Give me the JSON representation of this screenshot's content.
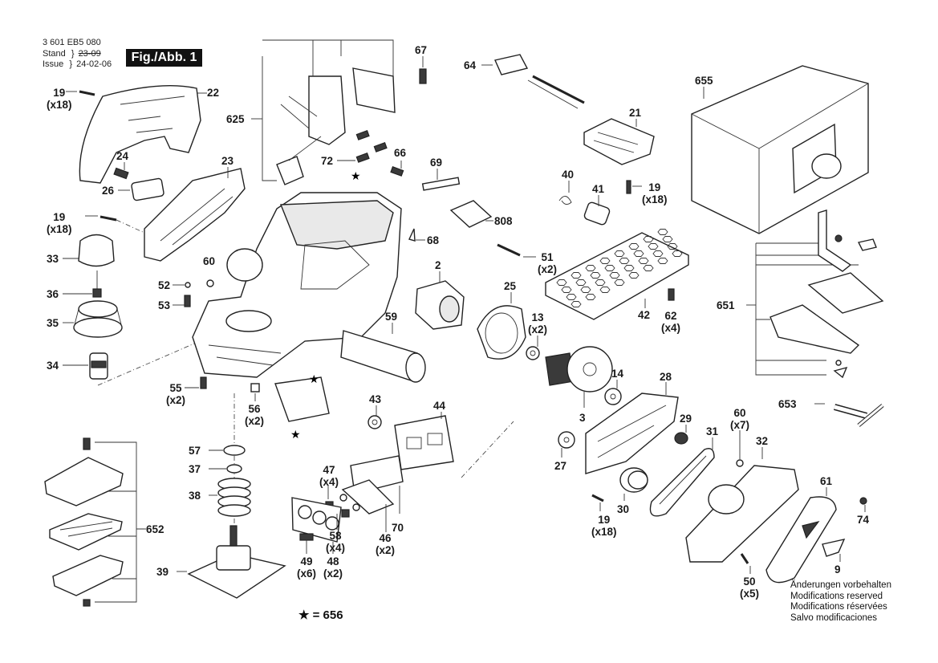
{
  "header": {
    "part_number": "3 601 EB5 080",
    "stand_label": "Stand",
    "issue_label": "Issue",
    "stand_date_struck": "23-09",
    "issue_date": "24-02-06",
    "figure_label": "Fig./Abb. 1"
  },
  "labels": [
    {
      "id": "19a",
      "text": "19",
      "qty": "(x18)"
    },
    {
      "id": "22",
      "text": "22",
      "qty": ""
    },
    {
      "id": "24",
      "text": "24",
      "qty": ""
    },
    {
      "id": "26",
      "text": "26",
      "qty": ""
    },
    {
      "id": "23",
      "text": "23",
      "qty": ""
    },
    {
      "id": "19b",
      "text": "19",
      "qty": "(x18)"
    },
    {
      "id": "33",
      "text": "33",
      "qty": ""
    },
    {
      "id": "36",
      "text": "36",
      "qty": ""
    },
    {
      "id": "35",
      "text": "35",
      "qty": ""
    },
    {
      "id": "34",
      "text": "34",
      "qty": ""
    },
    {
      "id": "60a",
      "text": "60",
      "qty": ""
    },
    {
      "id": "52",
      "text": "52",
      "qty": ""
    },
    {
      "id": "53",
      "text": "53",
      "qty": ""
    },
    {
      "id": "55",
      "text": "55",
      "qty": "(x2)"
    },
    {
      "id": "56",
      "text": "56",
      "qty": "(x2)"
    },
    {
      "id": "625",
      "text": "625",
      "qty": ""
    },
    {
      "id": "67",
      "text": "67",
      "qty": ""
    },
    {
      "id": "72",
      "text": "72",
      "qty": ""
    },
    {
      "id": "66",
      "text": "66",
      "qty": ""
    },
    {
      "id": "69",
      "text": "69",
      "qty": ""
    },
    {
      "id": "808",
      "text": "808",
      "qty": ""
    },
    {
      "id": "68",
      "text": "68",
      "qty": ""
    },
    {
      "id": "64",
      "text": "64",
      "qty": ""
    },
    {
      "id": "21",
      "text": "21",
      "qty": ""
    },
    {
      "id": "19c",
      "text": "19",
      "qty": "(x18)"
    },
    {
      "id": "40",
      "text": "40",
      "qty": ""
    },
    {
      "id": "41",
      "text": "41",
      "qty": ""
    },
    {
      "id": "51",
      "text": "51",
      "qty": "(x2)"
    },
    {
      "id": "42",
      "text": "42",
      "qty": ""
    },
    {
      "id": "62",
      "text": "62",
      "qty": "(x4)"
    },
    {
      "id": "2",
      "text": "2",
      "qty": ""
    },
    {
      "id": "25",
      "text": "25",
      "qty": ""
    },
    {
      "id": "13",
      "text": "13",
      "qty": "(x2)"
    },
    {
      "id": "59",
      "text": "59",
      "qty": ""
    },
    {
      "id": "43",
      "text": "43",
      "qty": ""
    },
    {
      "id": "44",
      "text": "44",
      "qty": ""
    },
    {
      "id": "3",
      "text": "3",
      "qty": ""
    },
    {
      "id": "14",
      "text": "14",
      "qty": ""
    },
    {
      "id": "28",
      "text": "28",
      "qty": ""
    },
    {
      "id": "29",
      "text": "29",
      "qty": ""
    },
    {
      "id": "27",
      "text": "27",
      "qty": ""
    },
    {
      "id": "30",
      "text": "30",
      "qty": ""
    },
    {
      "id": "19d",
      "text": "19",
      "qty": "(x18)"
    },
    {
      "id": "31",
      "text": "31",
      "qty": ""
    },
    {
      "id": "60b",
      "text": "60",
      "qty": "(x7)"
    },
    {
      "id": "32",
      "text": "32",
      "qty": ""
    },
    {
      "id": "61",
      "text": "61",
      "qty": ""
    },
    {
      "id": "74",
      "text": "74",
      "qty": ""
    },
    {
      "id": "9",
      "text": "9",
      "qty": ""
    },
    {
      "id": "50",
      "text": "50",
      "qty": "(x5)"
    },
    {
      "id": "655",
      "text": "655",
      "qty": ""
    },
    {
      "id": "651",
      "text": "651",
      "qty": ""
    },
    {
      "id": "653",
      "text": "653",
      "qty": ""
    },
    {
      "id": "57",
      "text": "57",
      "qty": ""
    },
    {
      "id": "37",
      "text": "37",
      "qty": ""
    },
    {
      "id": "38",
      "text": "38",
      "qty": ""
    },
    {
      "id": "39",
      "text": "39",
      "qty": ""
    },
    {
      "id": "652",
      "text": "652",
      "qty": ""
    },
    {
      "id": "47",
      "text": "47",
      "qty": "(x4)"
    },
    {
      "id": "70",
      "text": "70",
      "qty": ""
    },
    {
      "id": "58",
      "text": "58",
      "qty": "(x4)"
    },
    {
      "id": "46",
      "text": "46",
      "qty": "(x2)"
    },
    {
      "id": "49",
      "text": "49",
      "qty": "(x6)"
    },
    {
      "id": "48",
      "text": "48",
      "qty": "(x2)"
    }
  ],
  "legend": {
    "star_symbol": "★",
    "text": "= 656"
  },
  "notes": [
    "Änderungen vorbehalten",
    "Modifications reserved",
    "Modifications réservées",
    "Salvo modificaciones"
  ]
}
